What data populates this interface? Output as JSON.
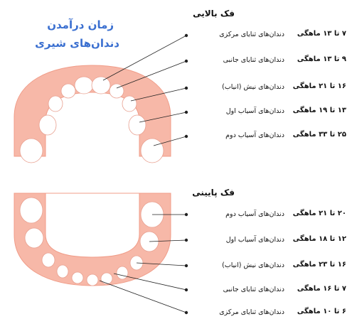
{
  "title": {
    "line1": "زمان درآمدن",
    "line2": "دندان‌های شیری"
  },
  "upper_jaw": {
    "title": "فک بالایی",
    "rows": [
      {
        "name": "دندان‌های ثنایای مرکزی",
        "age": "۷ تا ۱۳ ماهگی"
      },
      {
        "name": "دندان‌های ثنایای جانبی",
        "age": "۹ تا ۱۳ ماهگی"
      },
      {
        "name": "دندان‌های نیش (انیاب)",
        "age": "۱۶ تا ۲۱ ماهگی"
      },
      {
        "name": "دندان‌های آسیاب اول",
        "age": "۱۳ تا ۱۹ ماهگی"
      },
      {
        "name": "دندان‌های آسیاب دوم",
        "age": "۲۵ تا ۳۳ ماهگی"
      }
    ]
  },
  "lower_jaw": {
    "title": "فک پایینی",
    "rows": [
      {
        "name": "دندان‌های آسیاب دوم",
        "age": "۲۰ تا ۲۱ ماهگی"
      },
      {
        "name": "دندان‌های آسیاب اول",
        "age": "۱۲ تا ۱۸ ماهگی"
      },
      {
        "name": "دندان‌های نیش (انیاب)",
        "age": "۱۶ تا ۲۳ ماهگی"
      },
      {
        "name": "دندان‌های ثنایای جانبی",
        "age": "۷ تا ۱۶ ماهگی"
      },
      {
        "name": "دندان‌های ثنایای مرکزی",
        "age": "۶ تا ۱۰ ماهگی"
      }
    ]
  },
  "colors": {
    "gum": "#f7b5a6",
    "gum_inner": "#fde3dc",
    "tooth": "#ffffff",
    "title": "#3a6fd0"
  }
}
